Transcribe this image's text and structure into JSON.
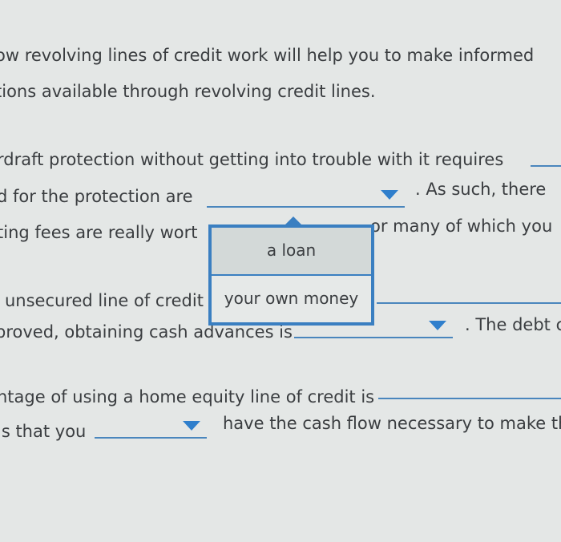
{
  "lines": {
    "l1": "ow revolving lines of credit work will help you to make informed",
    "l2": "tions available through revolving credit lines.",
    "l3": "rdraft protection without getting into trouble with it requires",
    "l4a": "d for the protection are",
    "l4b": ". As such, there",
    "l5a": "ting fees are really wort",
    "l5b": "or many of which you",
    "l6": "unsecured line of credit",
    "l7a": "proved, obtaining cash advances is",
    "l7b": ". The debt c",
    "l8": "ntage of using a home equity line of credit is",
    "l9a": "is that you",
    "l9b": "have the cash flow necessary to make th"
  },
  "dropdown_options": [
    "a loan",
    "your own money"
  ],
  "colors": {
    "accent": "#3a7fc1",
    "background": "#e4e7e6",
    "text": "#3a3d40"
  }
}
